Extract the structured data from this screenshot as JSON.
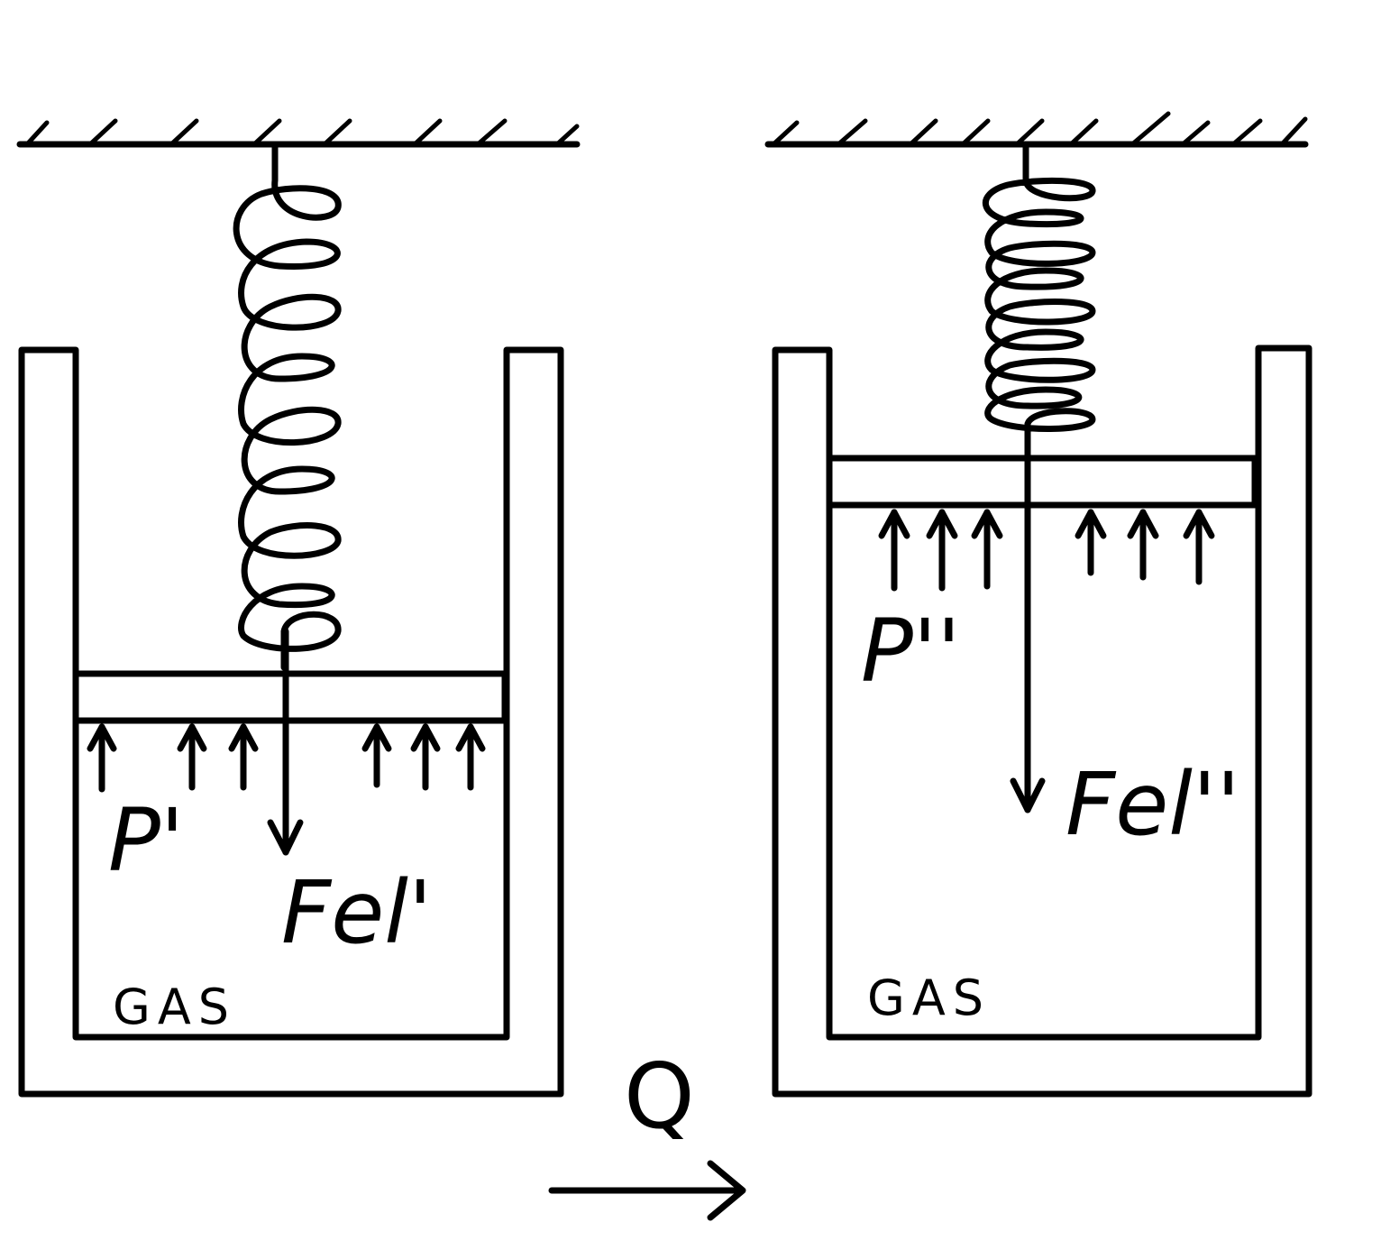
{
  "left_state": {
    "pressure_label": "P'",
    "force_label": "Fel'",
    "gas_label": "GAS"
  },
  "right_state": {
    "pressure_label": "P''",
    "force_label": "Fel''",
    "gas_label": "GAS"
  },
  "heat_label": "Q",
  "colors": {
    "ink": "#000000",
    "paper": "#ffffff"
  }
}
